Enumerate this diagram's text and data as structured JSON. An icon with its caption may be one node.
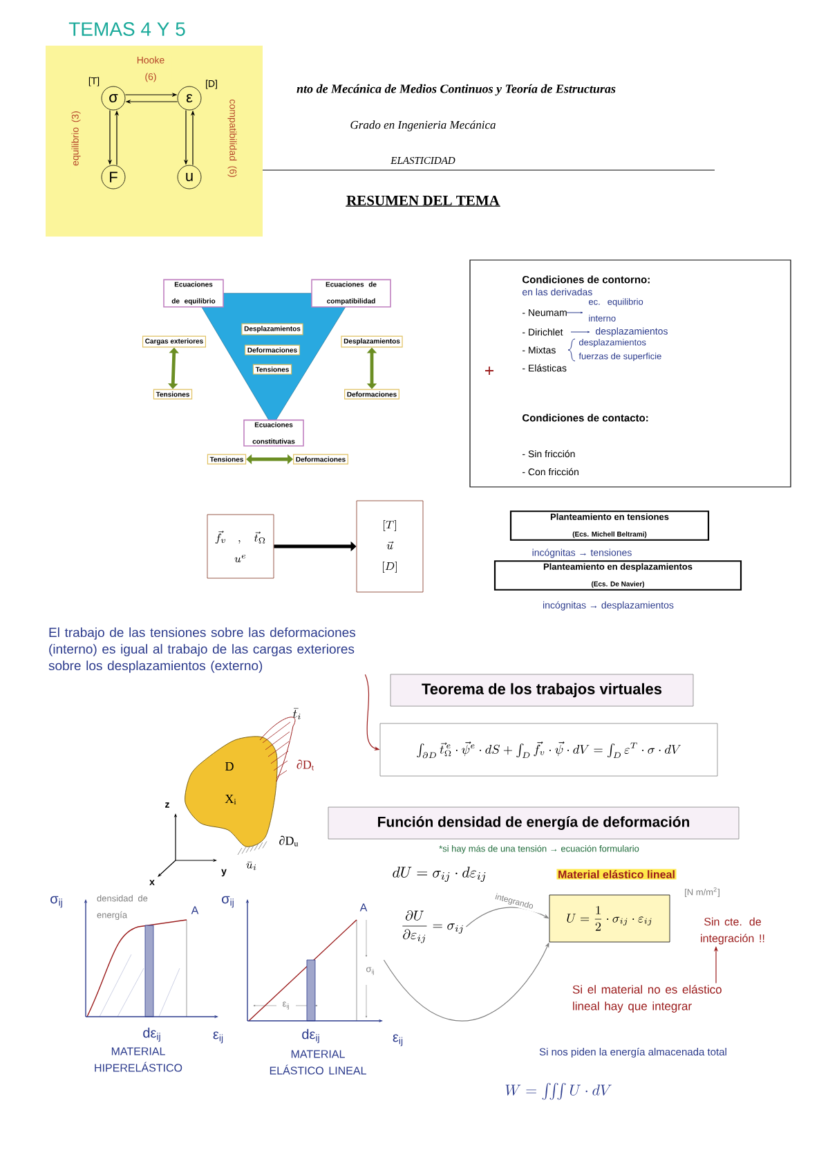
{
  "diagram": {
    "title": "TEMAS 4 Y 5",
    "nodes": [
      {
        "text": [
          "σ"
        ],
        "beside": [
          "[T]"
        ]
      },
      {
        "text": [
          "ε"
        ],
        "beside": [
          "[D]"
        ]
      },
      {
        "text": [
          "F"
        ]
      },
      {
        "text": [
          "u"
        ]
      },
      {
        "text": [
          "Ecuaciones de equilibrio"
        ]
      },
      {
        "text": [
          "Ecuaciones de compatibilidad"
        ]
      },
      {
        "text": [
          "Desplazamientos"
        ]
      },
      {
        "text": [
          "Deformaciones"
        ]
      },
      {
        "text": [
          "Tensiones"
        ]
      },
      {
        "text": [
          "Ecuaciones constitutivas"
        ]
      },
      {
        "text": [
          "Cargas exteriores"
        ]
      },
      {
        "text": [
          "Tensiones"
        ]
      },
      {
        "text": [
          "Desplazamientos"
        ]
      },
      {
        "text": [
          "Deformaciones"
        ]
      },
      {
        "text": [
          "Tensiones"
        ]
      },
      {
        "text": [
          "Deformaciones"
        ]
      },
      {
        "text": [
          "Condiciones de contorno:",
          "en las derivadas",
          "- Neumam",
          "ec. equilibrio interno",
          "- Dirichlet",
          "desplazamientos",
          "- Mixtas",
          "desplazamientos",
          "fuerzas de superficie",
          "- Elásticas",
          "Condiciones de contacto:",
          "- Sin fricción",
          "- Con fricción"
        ]
      },
      {
        "text": [
          "\\vec{f}_{v} \\quad , \\quad \\vec{t}_{\\Omega}",
          "u^{e}"
        ]
      },
      {
        "text": [
          "\\left[T\\right]",
          "\\vec{u}",
          "\\left[D\\right]"
        ]
      },
      {
        "text": [
          "Planteamiento en tensiones",
          "(Ecs. Michell Beltrami)"
        ],
        "beside": [
          "incógnitas → tensiones"
        ]
      },
      {
        "text": [
          "Planteamiento en desplazamientos",
          "(Ecs. De Navier)"
        ],
        "beside": [
          "incógnitas → desplazamientos"
        ]
      },
      {
        "text": [
          "El trabajo de las tensiones sobre las deformaciones (interno) es igual al trabajo de las cargas exteriores sobre los desplazamientos (externo)"
        ]
      },
      {
        "text": [
          "Teorema de los trabajos virtuales"
        ]
      },
      {
        "text": [
          "\\int_{\\partial D}\\vec{t}^{\\,e}_{\\Omega}\\cdot\\vec{\\psi}^{e}\\cdot dS+\\int_{D}\\vec{f}_{v}\\cdot\\vec{\\psi}\\cdot dV=\\int_{D}\\varepsilon^{T}\\cdot\\sigma\\cdot dV"
        ]
      },
      {
        "text": [
          "Función densidad de energía de deformación"
        ],
        "beside": [
          "*si hay más de una tensión → ecuación formulario"
        ]
      },
      {
        "text": [
          "\\frac{\\partial U}{\\partial \\varepsilon_{ij}}=\\sigma_{ij}"
        ]
      },
      {
        "text": [
          "U=\\frac{1}{2}\\cdot\\sigma_{ij}\\cdot\\varepsilon_{ij}"
        ],
        "beside": [
          "[N m/m$^{2}$]"
        ]
      },
      {
        "text": [
          "Sin cte. de integración !!"
        ]
      },
      {
        "text": [
          "Si el material no es elástico lineal hay que integrar"
        ]
      },
      {
        "text": [],
        "shape": "plot",
        "beside": [
          "MATERIAL HIPERELÁSTICO"
        ]
      },
      {
        "text": [],
        "shape": "plot",
        "beside": [
          "MATERIAL ELÁSTICO LINEAL"
        ]
      }
    ],
    "edges": [
      {
        "from": 0,
        "to": 1,
        "arrow": "to",
        "label": "Hooke (6)"
      },
      {
        "from": 1,
        "to": 0,
        "arrow": "to"
      },
      {
        "from": 0,
        "to": 2,
        "arrow": "to",
        "label": "equilibrio (3)"
      },
      {
        "from": 2,
        "to": 0,
        "arrow": "to"
      },
      {
        "from": 1,
        "to": 3,
        "arrow": "to"
      },
      {
        "from": 3,
        "to": 1,
        "arrow": "to",
        "label": "compatibilidad (6)"
      },
      {
        "from": 10,
        "to": 11,
        "arrow": "both",
        "style": "thick",
        "color": "#6b8e23"
      },
      {
        "from": 12,
        "to": 13,
        "arrow": "both",
        "style": "thick",
        "color": "#6b8e23"
      },
      {
        "from": 14,
        "to": 15,
        "arrow": "both",
        "style": "thick",
        "color": "#6b8e23"
      },
      {
        "from": 17,
        "to": 18,
        "arrow": "to",
        "style": "thick"
      },
      {
        "from": 21,
        "to": 23,
        "arrow": "to",
        "color": "#9b1c1c"
      },
      {
        "from": 25,
        "to": 26,
        "arrow": "to",
        "label": "integrando",
        "color": "#808080"
      },
      {
        "from": 30,
        "to": 26,
        "arrow": "to",
        "color": "#808080"
      },
      {
        "from": 28,
        "to": 27,
        "arrow": "to",
        "color": "#9b1c1c"
      }
    ],
    "labels": [
      "nto de Mecánica de Medios Continuos y Teoría de Estructuras",
      "Grado en Ingenieria Mecánica",
      "ELASTICIDAD",
      "RESUMEN DEL TEMA",
      "\\bar{t}_{i}",
      "D",
      "X$_{i}$",
      "∂D$_{t}$",
      "z",
      "∂D$_{u}$",
      "x",
      "y",
      "\\bar{u}_{i}",
      "dU=\\sigma_{ij}\\cdot d\\varepsilon_{ij}",
      "Material elástico lineal",
      "σ$_{ij}$",
      "densidad de energía",
      "A",
      "dε$_{ij}$",
      "ε$_{ij}$",
      "σ$_{ij}$",
      "A",
      "ε$_{ij}$",
      "σ$_{ij}$",
      "dε$_{ij}$",
      "ε$_{ij}$",
      "Si nos piden la energía almacenada total",
      "W=\\iiint U\\cdot dV"
    ]
  }
}
